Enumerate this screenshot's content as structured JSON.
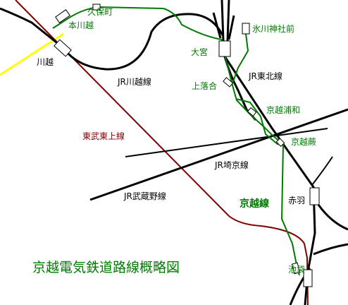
{
  "colors": {
    "keietsu": "#007a00",
    "jr": "#000000",
    "tobu": "#800000",
    "other": "#ffff00",
    "station_fill": "#ffffff",
    "background": "#ffffff"
  },
  "map_title": "京越電気鉄道路線概略図",
  "lines": {
    "keietsu": "京越線",
    "jr_kawagoe": "JR川越線",
    "jr_tohoku": "JR東北線",
    "jr_saikyo": "JR埼京線",
    "jr_musashino": "JR武蔵野線",
    "tobu_tojo": "東武東上線"
  },
  "stations": {
    "kubocho": "久保町",
    "honkawagoe": "本川越",
    "kawagoe": "川越",
    "omiya": "大宮",
    "hikawa": "氷川神社前",
    "kamiochiai": "上落合",
    "keietsu_urawa": "京越浦和",
    "keietsu_warabi": "京越蕨",
    "akabane": "赤羽",
    "ikebukuro": "池袋"
  }
}
